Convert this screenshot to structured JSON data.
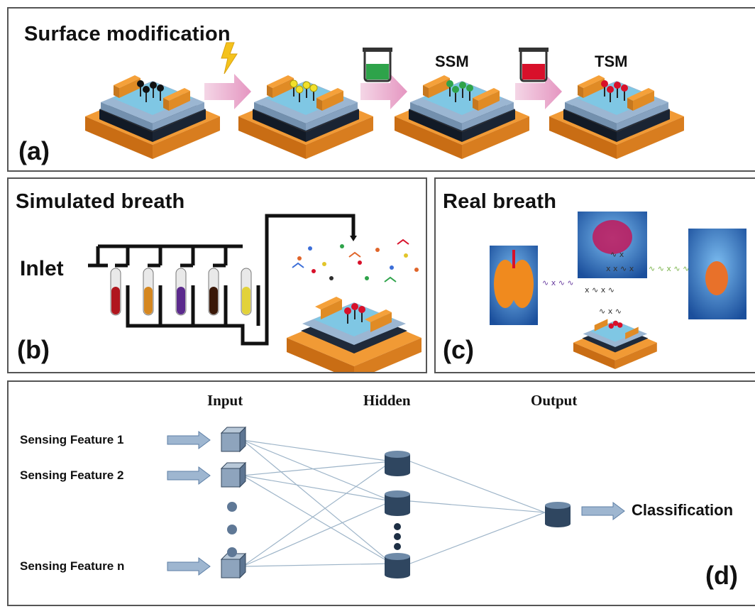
{
  "panel_a": {
    "title": "Surface modification",
    "label": "(a)",
    "stage_labels": [
      "SSM",
      "TSM"
    ],
    "icons": [
      "lightning-icon",
      "beaker-green-icon",
      "beaker-red-icon"
    ],
    "colors": {
      "arrow": "#e8a6c8",
      "substrate": "#e58a25",
      "bar": "#f08a1e",
      "green": "#2ea34a",
      "red": "#d8102a",
      "yellow": "#f1e02a",
      "black": "#222222"
    }
  },
  "panel_b": {
    "title": "Simulated breath",
    "label": "(b)",
    "inlet_label": "Inlet",
    "tube_colors": [
      "#b0161e",
      "#d58720",
      "#5b2a8c",
      "#3a1808",
      "#e2d23a"
    ]
  },
  "panel_c": {
    "title": "Real breath",
    "label": "(c)",
    "organs": [
      "lungs",
      "chest",
      "stomach"
    ]
  },
  "panel_d": {
    "label": "(d)",
    "layers": {
      "input": "Input",
      "hidden": "Hidden",
      "output": "Output"
    },
    "features": [
      "Sensing Feature 1",
      "Sensing Feature 2",
      "Sensing Feature n"
    ],
    "output_label": "Classification"
  }
}
